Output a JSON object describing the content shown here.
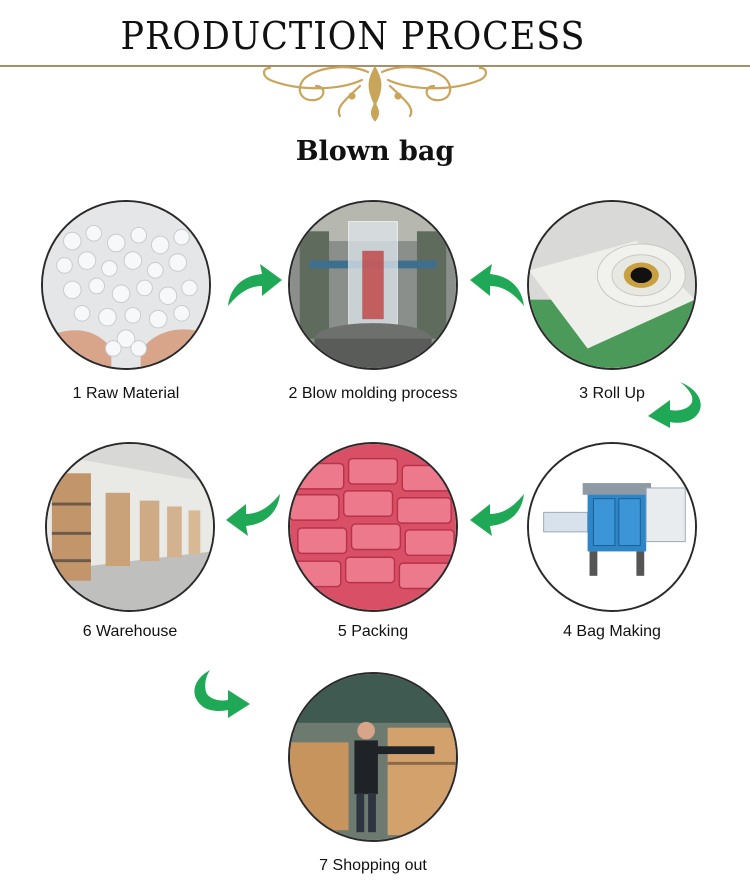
{
  "header": {
    "title": "PRODUCTION PROCESS",
    "subtitle": "Blown bag"
  },
  "colors": {
    "arrow": "#1fa855",
    "ornament": "#c9a55a",
    "rule": "#8a6a3a"
  },
  "steps": [
    {
      "label": "1 Raw Material",
      "image": "plastic-pellets-photo"
    },
    {
      "label": "2 Blow molding process",
      "image": "film-blowing-machine-photo"
    },
    {
      "label": "3 Roll Up",
      "image": "film-roll-photo"
    },
    {
      "label": "4 Bag Making",
      "image": "bag-making-machine-photo"
    },
    {
      "label": "5 Packing",
      "image": "packed-bags-photo"
    },
    {
      "label": "6 Warehouse",
      "image": "warehouse-shelves-photo"
    },
    {
      "label": "7 Shopping out",
      "image": "workers-shipping-boxes-photo"
    }
  ]
}
